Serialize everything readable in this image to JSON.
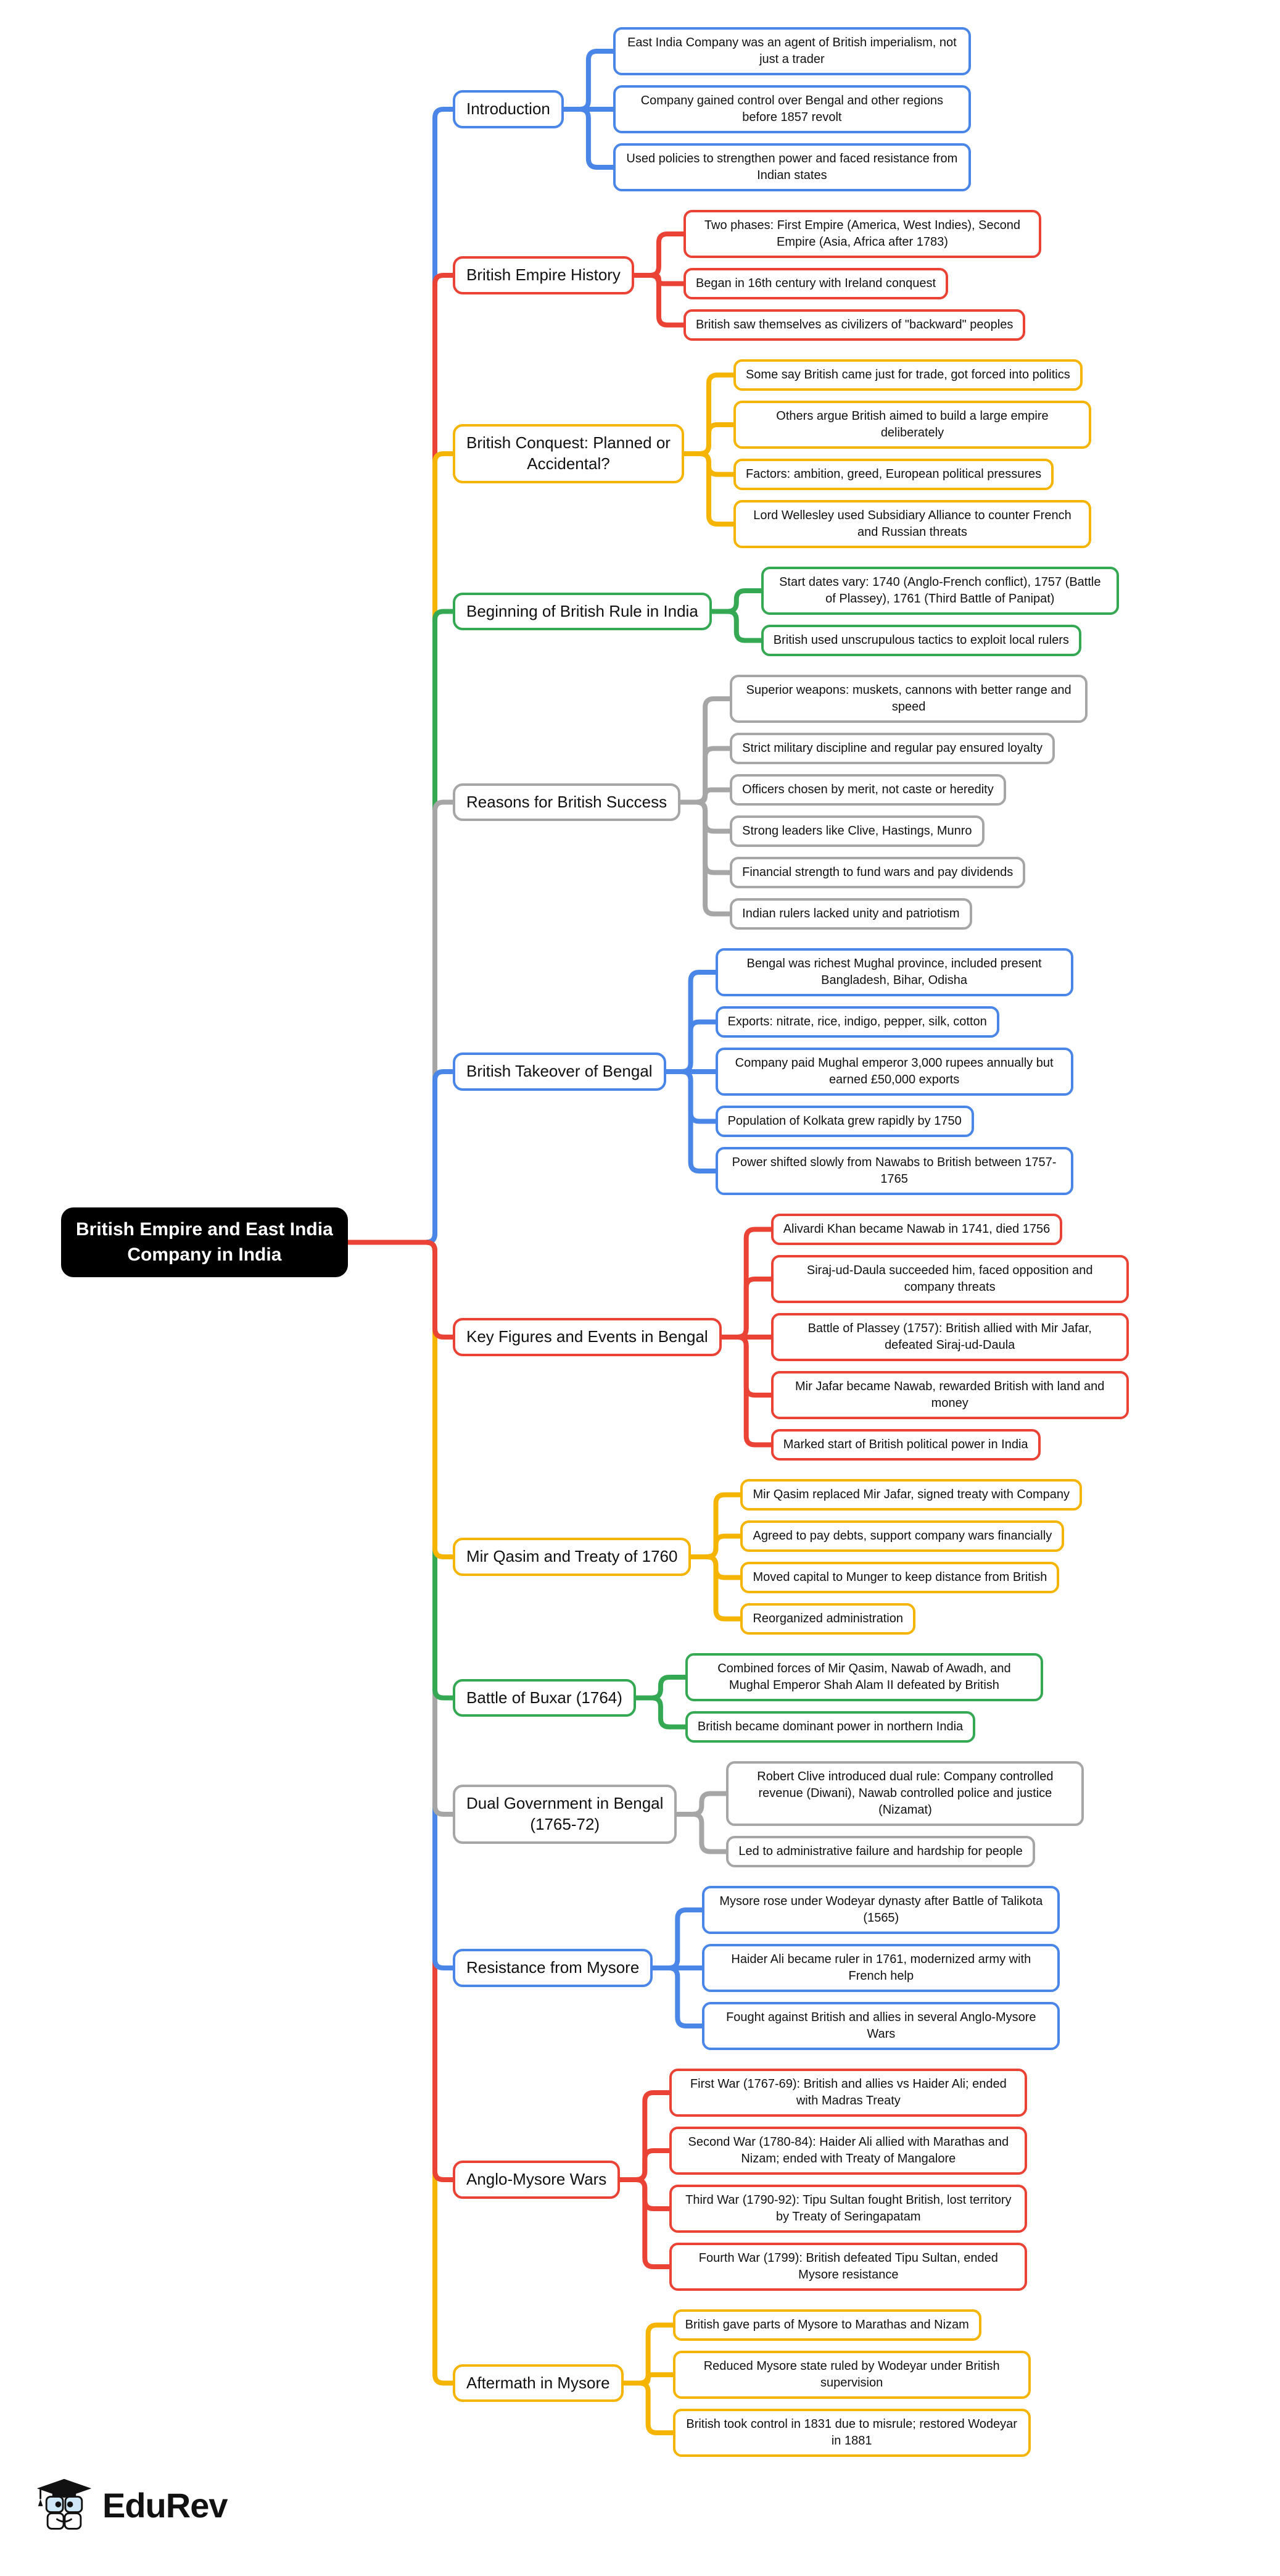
{
  "root": {
    "label": "British Empire and East India\nCompany in India",
    "bg": "#000000",
    "text_color": "#ffffff"
  },
  "palette": {
    "blue": "#4a86e8",
    "red": "#ea4335",
    "yellow": "#f4b400",
    "green": "#34a853",
    "gray": "#a6a6a6"
  },
  "branches": [
    {
      "label": "Introduction",
      "color": "blue",
      "leaves": [
        "East India Company was an agent of British imperialism, not just a trader",
        "Company gained control over Bengal and other regions before 1857 revolt",
        "Used policies to strengthen power and faced resistance from Indian states"
      ]
    },
    {
      "label": "British Empire History",
      "color": "red",
      "leaves": [
        "Two phases: First Empire (America, West Indies), Second Empire (Asia, Africa after 1783)",
        "Began in 16th century with Ireland conquest",
        "British saw themselves as civilizers of \"backward\" peoples"
      ]
    },
    {
      "label": "British Conquest: Planned or\nAccidental?",
      "color": "yellow",
      "leaves": [
        "Some say British came just for trade, got forced into politics",
        "Others argue British aimed to build a large empire deliberately",
        "Factors: ambition, greed, European political pressures",
        "Lord Wellesley used Subsidiary Alliance to counter French and Russian threats"
      ]
    },
    {
      "label": "Beginning of British Rule in India",
      "color": "green",
      "leaves": [
        "Start dates vary: 1740 (Anglo-French conflict), 1757 (Battle of Plassey), 1761 (Third Battle of Panipat)",
        "British used unscrupulous tactics to exploit local rulers"
      ]
    },
    {
      "label": "Reasons for British Success",
      "color": "gray",
      "leaves": [
        "Superior weapons: muskets, cannons with better range and speed",
        "Strict military discipline and regular pay ensured loyalty",
        "Officers chosen by merit, not caste or heredity",
        "Strong leaders like Clive, Hastings, Munro",
        "Financial strength to fund wars and pay dividends",
        "Indian rulers lacked unity and patriotism"
      ]
    },
    {
      "label": "British Takeover of Bengal",
      "color": "blue",
      "leaves": [
        "Bengal was richest Mughal province, included present Bangladesh, Bihar, Odisha",
        "Exports: nitrate, rice, indigo, pepper, silk, cotton",
        "Company paid Mughal emperor 3,000 rupees annually but earned £50,000 exports",
        "Population of Kolkata grew rapidly by 1750",
        "Power shifted slowly from Nawabs to British between 1757-1765"
      ]
    },
    {
      "label": "Key Figures and Events in Bengal",
      "color": "red",
      "leaves": [
        "Alivardi Khan became Nawab in 1741, died 1756",
        "Siraj-ud-Daula succeeded him, faced opposition and company threats",
        "Battle of Plassey (1757): British allied with Mir Jafar, defeated Siraj-ud-Daula",
        "Mir Jafar became Nawab, rewarded British with land and money",
        "Marked start of British political power in India"
      ]
    },
    {
      "label": "Mir Qasim and Treaty of 1760",
      "color": "yellow",
      "leaves": [
        "Mir Qasim replaced Mir Jafar, signed treaty with Company",
        "Agreed to pay debts, support company wars financially",
        "Moved capital to Munger to keep distance from British",
        "Reorganized administration"
      ]
    },
    {
      "label": "Battle of Buxar (1764)",
      "color": "green",
      "leaves": [
        "Combined forces of Mir Qasim, Nawab of Awadh, and Mughal Emperor Shah Alam II defeated by British",
        "British became dominant power in northern India"
      ]
    },
    {
      "label": "Dual Government in Bengal\n(1765-72)",
      "color": "gray",
      "leaves": [
        "Robert Clive introduced dual rule: Company controlled revenue (Diwani), Nawab controlled police and justice (Nizamat)",
        "Led to administrative failure and hardship for people"
      ]
    },
    {
      "label": "Resistance from Mysore",
      "color": "blue",
      "leaves": [
        "Mysore rose under Wodeyar dynasty after Battle of Talikota (1565)",
        "Haider Ali became ruler in 1761, modernized army with French help",
        "Fought against British and allies in several Anglo-Mysore Wars"
      ]
    },
    {
      "label": "Anglo-Mysore Wars",
      "color": "red",
      "leaves": [
        "First War (1767-69): British and allies vs Haider Ali; ended with Madras Treaty",
        "Second War (1780-84): Haider Ali allied with Marathas and Nizam; ended with Treaty of Mangalore",
        "Third War (1790-92): Tipu Sultan fought British, lost territory by Treaty of Seringapatam",
        "Fourth War (1799): British defeated Tipu Sultan, ended Mysore resistance"
      ]
    },
    {
      "label": "Aftermath in Mysore",
      "color": "yellow",
      "leaves": [
        "British gave parts of Mysore to Marathas and Nizam",
        "Reduced Mysore state ruled by Wodeyar under British supervision",
        "British took control in 1831 due to misrule; restored Wodeyar in 1881"
      ]
    }
  ],
  "logo": {
    "text": "EduRev"
  }
}
